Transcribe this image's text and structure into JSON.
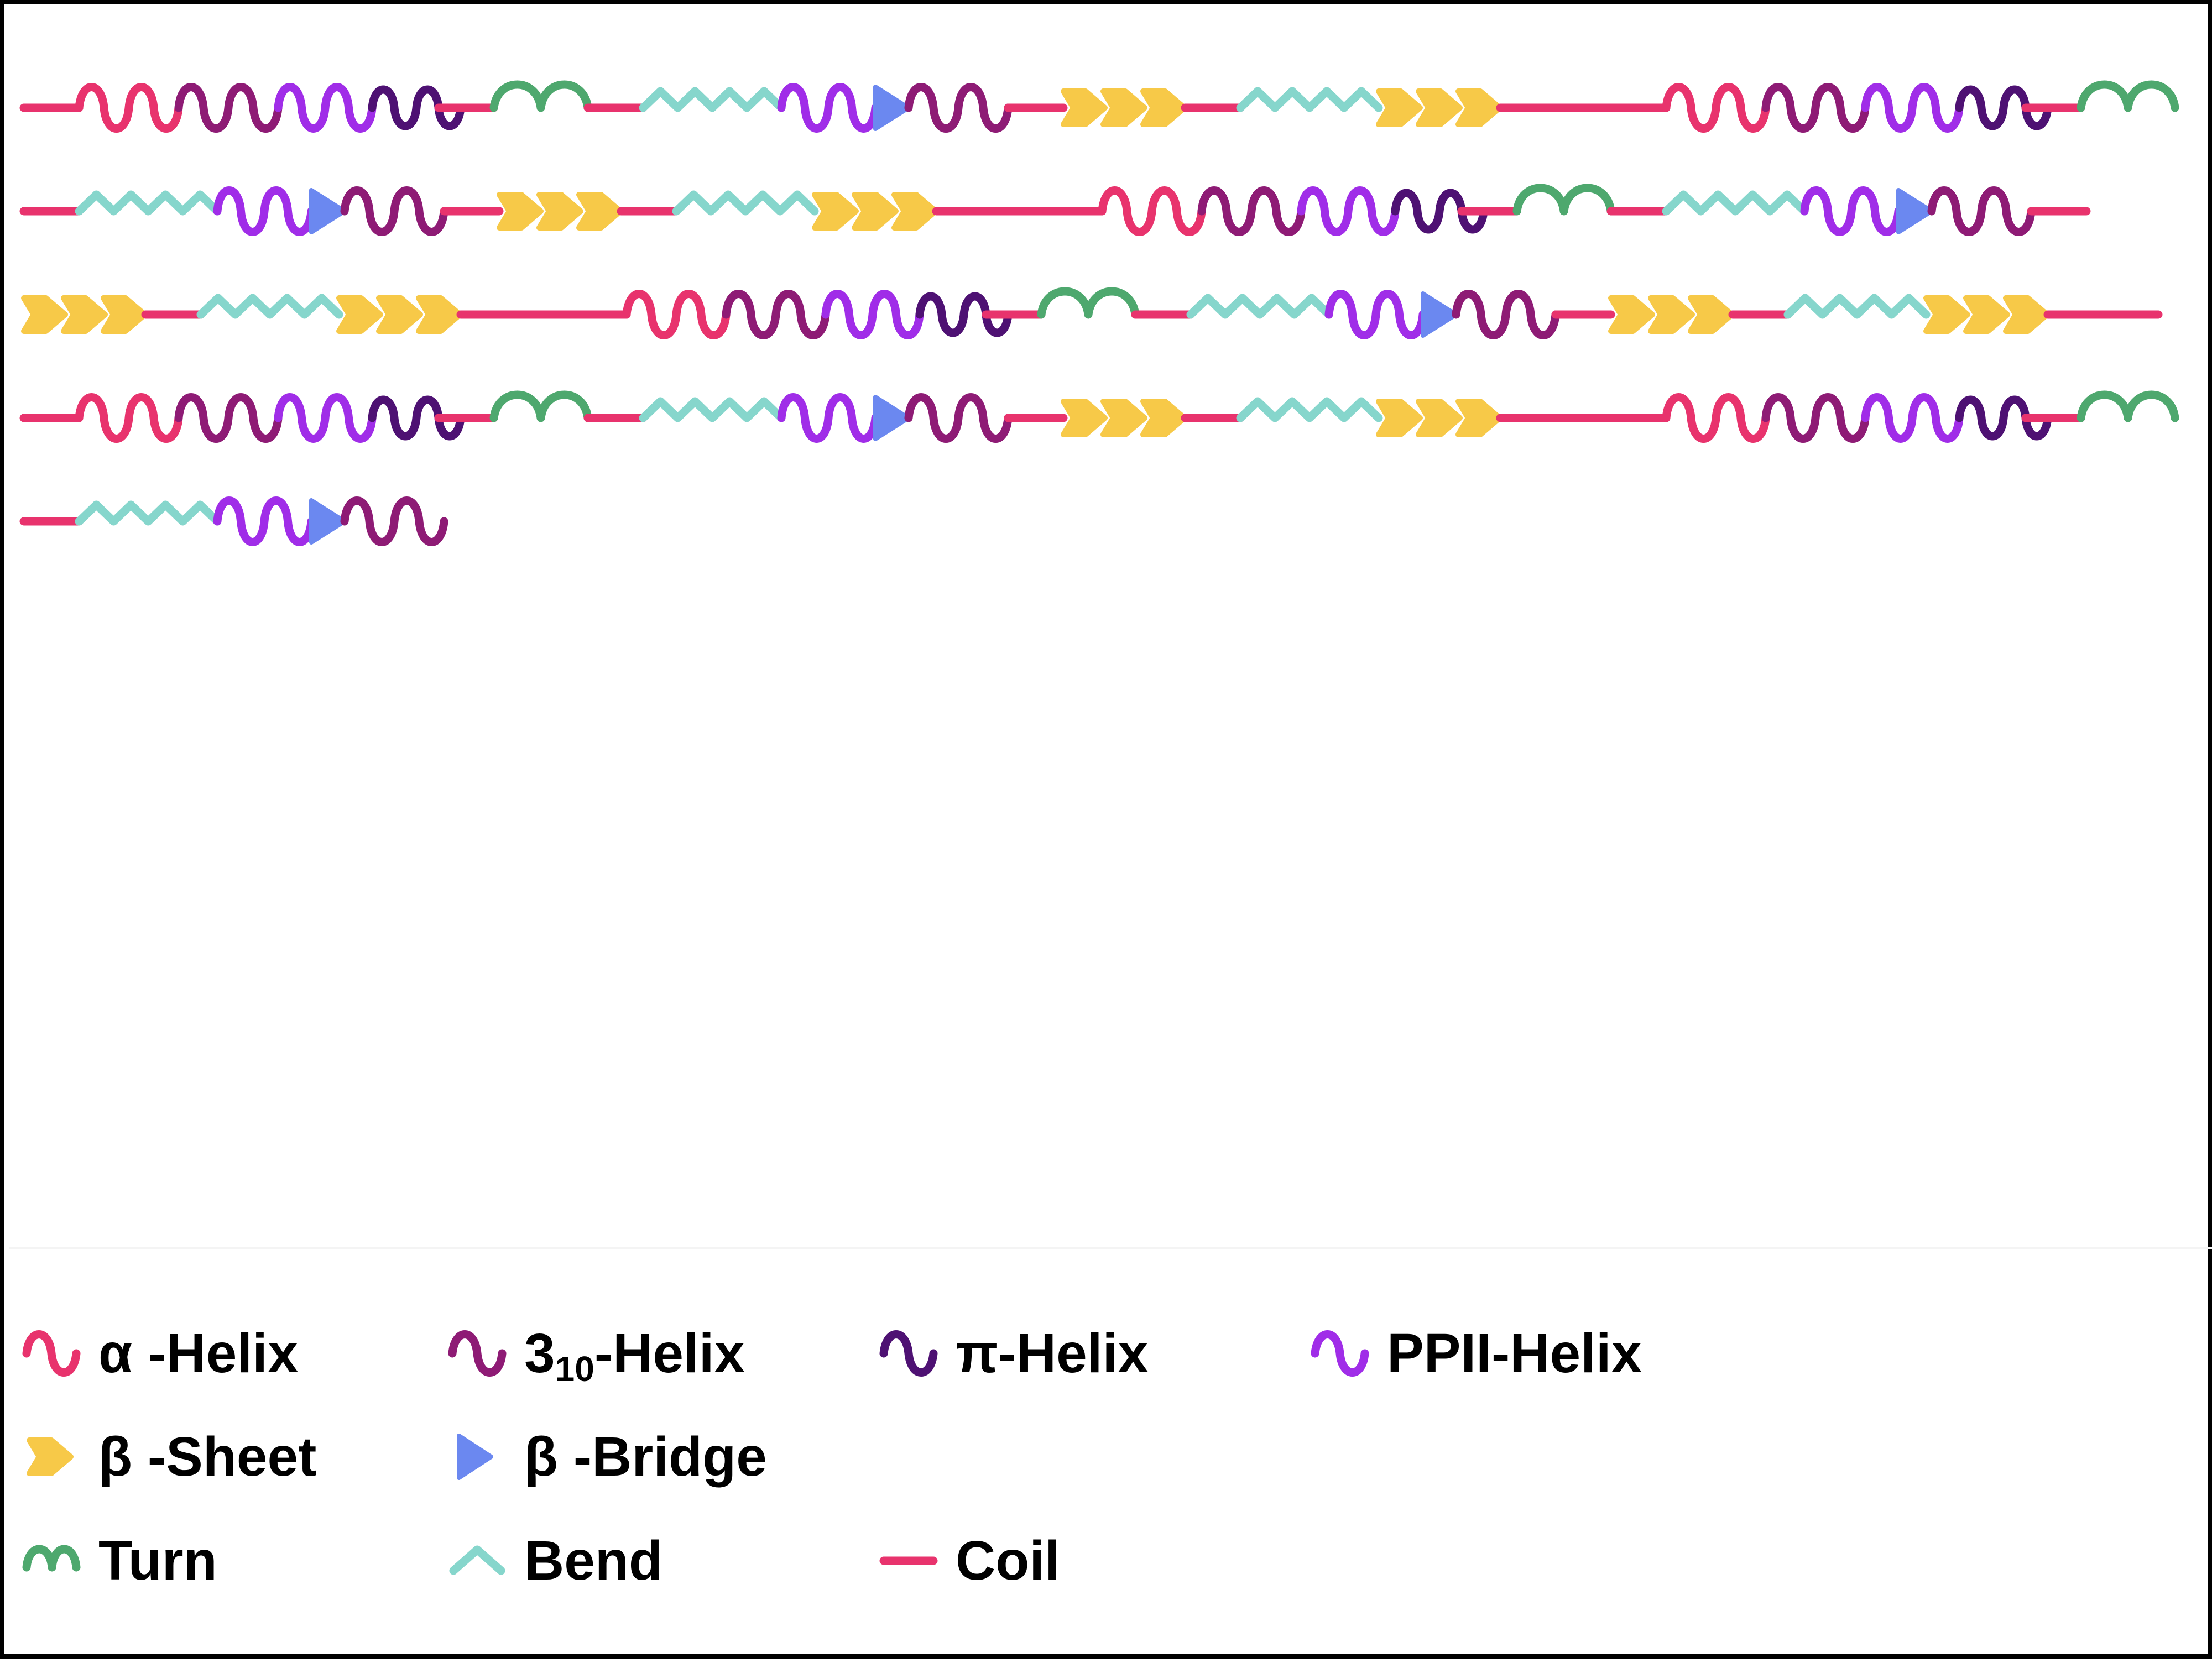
{
  "colors": {
    "alpha": "#E8336D",
    "three10": "#8E1B75",
    "pi": "#4E1173",
    "ppii": "#A02DE8",
    "sheet": "#F7C948",
    "bridge": "#6B88F0",
    "turn": "#4EA86E",
    "bend": "#86D6CC",
    "coil": "#E8336D",
    "frame": "#000000",
    "divider": "#F4F4F4"
  },
  "structure": {
    "block": [
      "coil",
      "alpha",
      "three10",
      "ppii",
      "pi",
      "coil",
      "turn",
      "coil",
      "bend",
      "ppii",
      "bridge",
      "three10",
      "coil",
      "sheet",
      "coil",
      "bend",
      "sheet",
      "coil",
      "coil"
    ],
    "repeats": 5,
    "final_row_length": 12
  },
  "legend": [
    {
      "key": "alpha",
      "icon": "helix",
      "label": "α -Helix",
      "label_main": "α -Helix",
      "label_sub": "",
      "label_tail": ""
    },
    {
      "key": "three10",
      "icon": "helix",
      "label": "310-Helix",
      "label_main": "3",
      "label_sub": "10",
      "label_tail": "-Helix"
    },
    {
      "key": "pi",
      "icon": "helix",
      "label": "π-Helix",
      "label_main": "π-Helix",
      "label_sub": "",
      "label_tail": ""
    },
    {
      "key": "ppii",
      "icon": "helix",
      "label": "PPII-Helix",
      "label_main": "PPII-Helix",
      "label_sub": "",
      "label_tail": ""
    },
    {
      "key": "sheet",
      "icon": "sheet",
      "label": "β -Sheet",
      "label_main": "β -Sheet",
      "label_sub": "",
      "label_tail": ""
    },
    {
      "key": "bridge",
      "icon": "bridge",
      "label": "β -Bridge",
      "label_main": "β -Bridge",
      "label_sub": "",
      "label_tail": ""
    },
    {
      "key": "turn",
      "icon": "turn",
      "label": "Turn",
      "label_main": "Turn",
      "label_sub": "",
      "label_tail": ""
    },
    {
      "key": "bend",
      "icon": "bend",
      "label": "Bend",
      "label_main": "Bend",
      "label_sub": "",
      "label_tail": ""
    },
    {
      "key": "coil",
      "icon": "coil",
      "label": "Coil",
      "label_main": "Coil",
      "label_sub": "",
      "label_tail": ""
    }
  ]
}
